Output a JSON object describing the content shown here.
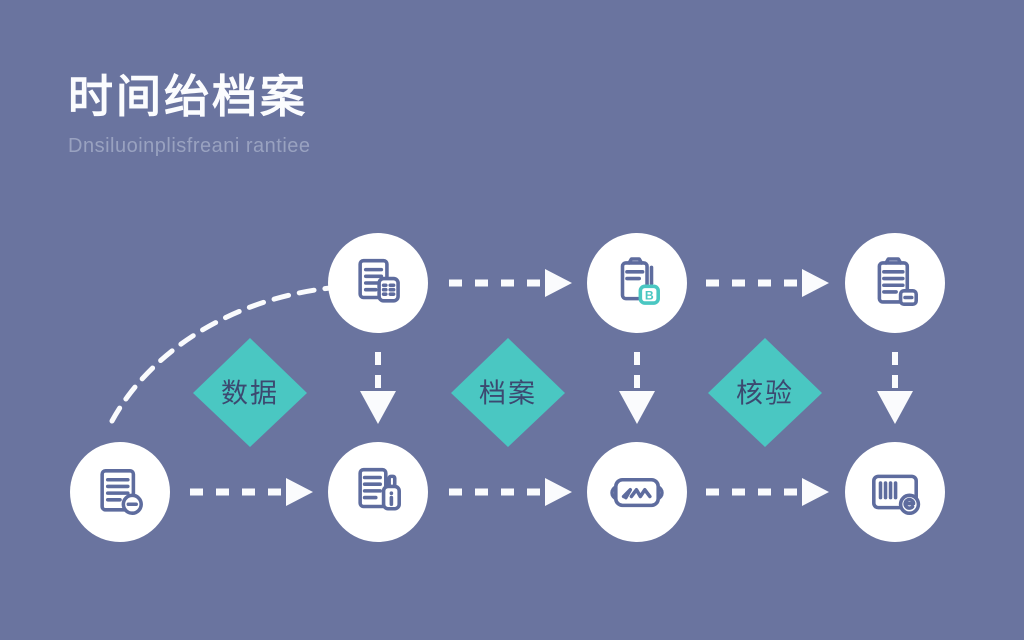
{
  "header": {
    "title": "时间绐档案",
    "subtitle": "Dnsiluoinplisfreani rantiee"
  },
  "colors": {
    "background": "#6a749f",
    "node_fill": "#ffffff",
    "icon_stroke": "#5e6c9e",
    "accent_teal": "#4ac7c2",
    "diamond_label_text": "#3c4970",
    "arrow": "#fafbfd",
    "subtitle_text": "#99a2c0"
  },
  "flowchart": {
    "top_nodes": [
      {
        "icon": "documents-report-icon"
      },
      {
        "icon": "clipboard-edit-icon"
      },
      {
        "icon": "clipboard-note-icon"
      }
    ],
    "bottom_nodes": [
      {
        "icon": "document-badge-icon"
      },
      {
        "icon": "document-info-icon"
      },
      {
        "icon": "signature-wave-icon"
      },
      {
        "icon": "barcode-seal-icon"
      }
    ],
    "diamonds": [
      {
        "label": "数据"
      },
      {
        "label": "档案"
      },
      {
        "label": "核验"
      }
    ]
  }
}
